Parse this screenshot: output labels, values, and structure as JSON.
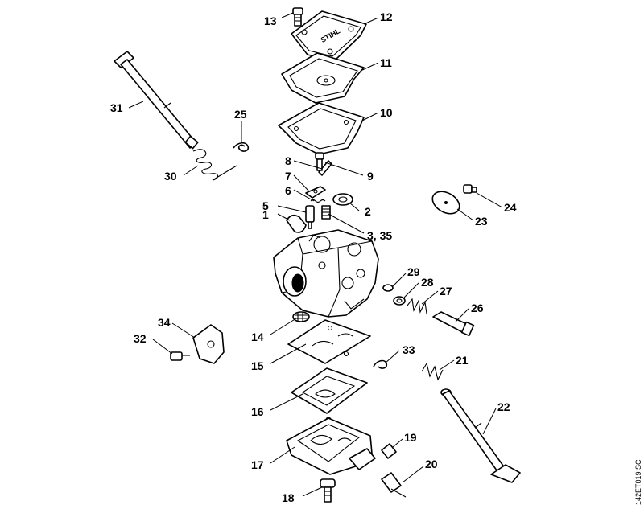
{
  "diagram": {
    "reference_code": "142ET019 SC",
    "logo_text": "STIHL",
    "callouts": [
      {
        "id": "c1",
        "text": "1"
      },
      {
        "id": "c2",
        "text": "2"
      },
      {
        "id": "c3",
        "text": "3, 35"
      },
      {
        "id": "c5",
        "text": "5"
      },
      {
        "id": "c6",
        "text": "6"
      },
      {
        "id": "c7",
        "text": "7"
      },
      {
        "id": "c8",
        "text": "8"
      },
      {
        "id": "c9",
        "text": "9"
      },
      {
        "id": "c10",
        "text": "10"
      },
      {
        "id": "c11",
        "text": "11"
      },
      {
        "id": "c12",
        "text": "12"
      },
      {
        "id": "c13",
        "text": "13"
      },
      {
        "id": "c14",
        "text": "14"
      },
      {
        "id": "c15",
        "text": "15"
      },
      {
        "id": "c16",
        "text": "16"
      },
      {
        "id": "c17",
        "text": "17"
      },
      {
        "id": "c18",
        "text": "18"
      },
      {
        "id": "c19",
        "text": "19"
      },
      {
        "id": "c20",
        "text": "20"
      },
      {
        "id": "c21",
        "text": "21"
      },
      {
        "id": "c22",
        "text": "22"
      },
      {
        "id": "c23",
        "text": "23"
      },
      {
        "id": "c24",
        "text": "24"
      },
      {
        "id": "c25",
        "text": "25"
      },
      {
        "id": "c26",
        "text": "26"
      },
      {
        "id": "c27",
        "text": "27"
      },
      {
        "id": "c28",
        "text": "28"
      },
      {
        "id": "c29",
        "text": "29"
      },
      {
        "id": "c30",
        "text": "30"
      },
      {
        "id": "c31",
        "text": "31"
      },
      {
        "id": "c32",
        "text": "32"
      },
      {
        "id": "c33",
        "text": "33"
      },
      {
        "id": "c34",
        "text": "34"
      }
    ]
  }
}
